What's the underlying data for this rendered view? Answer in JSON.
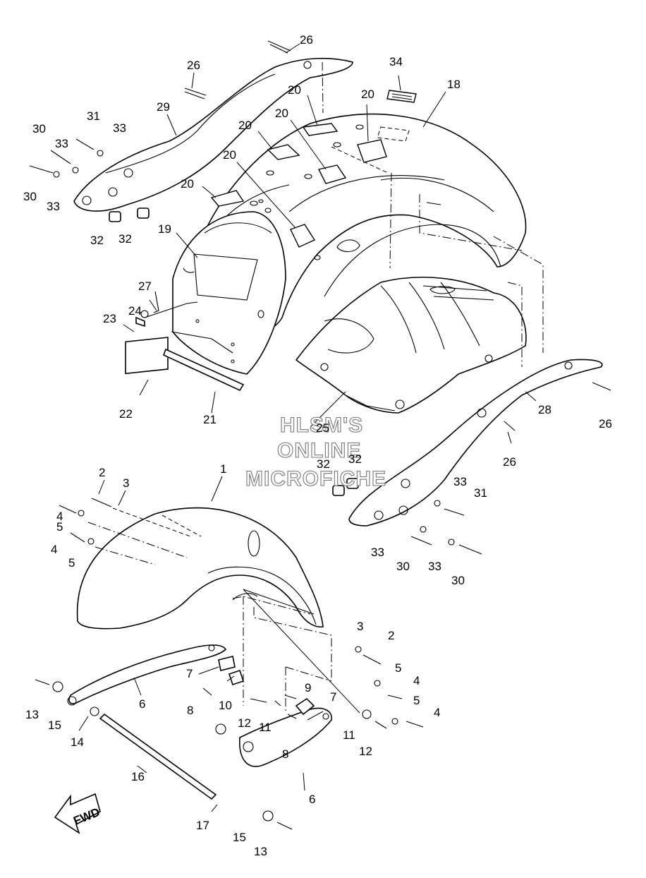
{
  "watermark": {
    "line1": "HLSM'S",
    "line2": "ONLINE",
    "line3": "MICROFICHE"
  },
  "fwd": {
    "label": "FWD"
  },
  "callouts": {
    "c26a": "26",
    "c26b": "26",
    "c26c": "26",
    "c26d": "26",
    "c34": "34",
    "c18": "18",
    "c20a": "20",
    "c20b": "20",
    "c20c": "20",
    "c20d": "20",
    "c20e": "20",
    "c20f": "20",
    "c31a": "31",
    "c33a": "33",
    "c29": "29",
    "c30a": "30",
    "c33b": "33",
    "c30b": "30",
    "c33c": "33",
    "c32a": "32",
    "c32b": "32",
    "c19": "19",
    "c27": "27",
    "c23": "23",
    "c24": "24",
    "c22": "22",
    "c21": "21",
    "c25": "25",
    "c28": "28",
    "c32c": "32",
    "c32d": "32",
    "c33d": "33",
    "c31b": "31",
    "c33e": "33",
    "c30c": "30",
    "c33f": "33",
    "c30d": "30",
    "c1": "1",
    "c2a": "2",
    "c3a": "3",
    "c4a": "4",
    "c5a": "5",
    "c4b": "4",
    "c5b": "5",
    "c3b": "3",
    "c2b": "2",
    "c5c": "5",
    "c4c": "4",
    "c5d": "5",
    "c4d": "4",
    "c9": "9",
    "c7a": "7",
    "c7b": "7",
    "c6a": "6",
    "c8a": "8",
    "c10": "10",
    "c12a": "12",
    "c11a": "11",
    "c11b": "11",
    "c12b": "12",
    "c8b": "8",
    "c13a": "13",
    "c15a": "15",
    "c14": "14",
    "c16": "16",
    "c17": "17",
    "c6b": "6",
    "c15b": "15",
    "c13b": "13"
  }
}
